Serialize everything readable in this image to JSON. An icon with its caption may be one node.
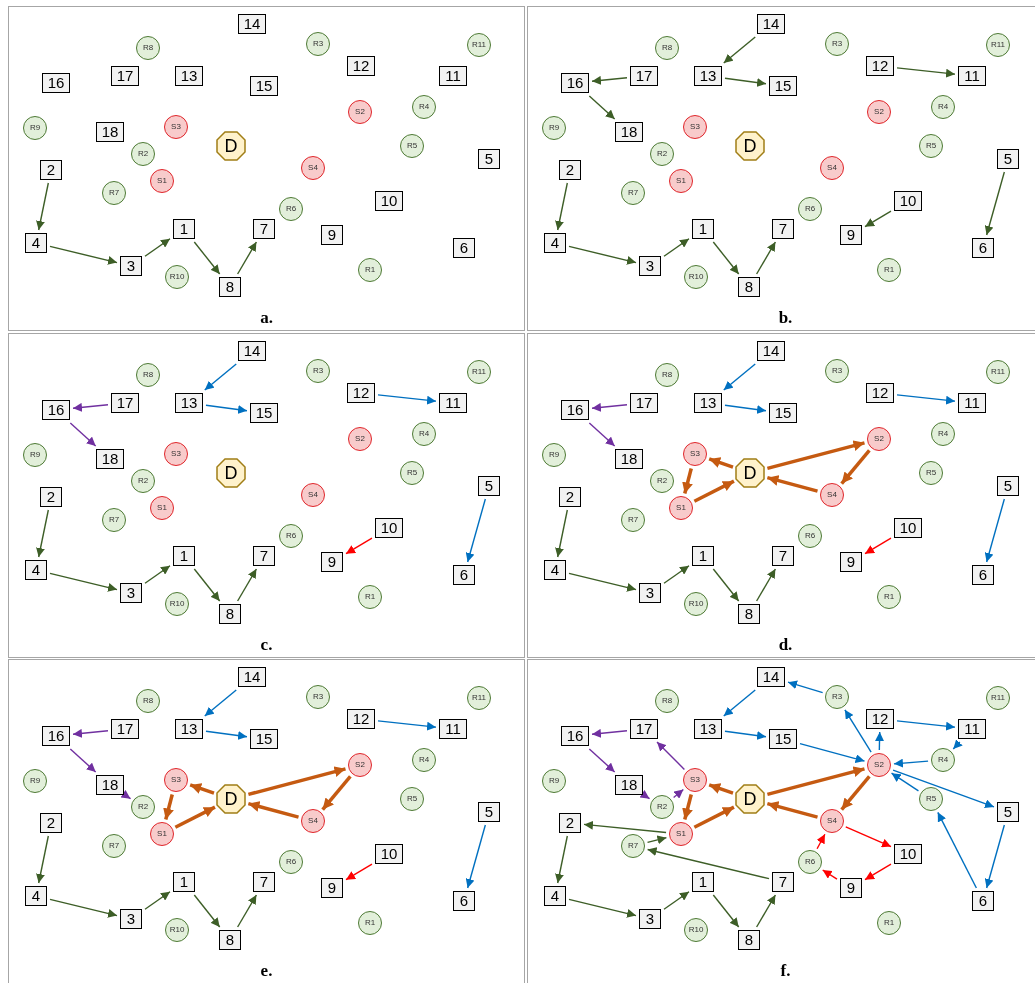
{
  "diagram": {
    "nodes": [
      {
        "text": [
          "a."
        ]
      },
      {
        "text": [
          "1"
        ],
        "in": 0
      },
      {
        "text": [
          "2"
        ],
        "in": 0
      },
      {
        "text": [
          "3"
        ],
        "in": 0
      },
      {
        "text": [
          "4"
        ],
        "in": 0
      },
      {
        "text": [
          "5"
        ],
        "in": 0
      },
      {
        "text": [
          "6"
        ],
        "in": 0
      },
      {
        "text": [
          "7"
        ],
        "in": 0
      },
      {
        "text": [
          "8"
        ],
        "in": 0
      },
      {
        "text": [
          "9"
        ],
        "in": 0
      },
      {
        "text": [
          "10"
        ],
        "in": 0
      },
      {
        "text": [
          "11"
        ],
        "in": 0
      },
      {
        "text": [
          "12"
        ],
        "in": 0
      },
      {
        "text": [
          "13"
        ],
        "in": 0
      },
      {
        "text": [
          "14"
        ],
        "in": 0
      },
      {
        "text": [
          "15"
        ],
        "in": 0
      },
      {
        "text": [
          "16"
        ],
        "in": 0
      },
      {
        "text": [
          "17"
        ],
        "in": 0
      },
      {
        "text": [
          "18"
        ],
        "in": 0
      },
      {
        "text": [
          "D"
        ],
        "in": 0
      },
      {
        "text": [
          "S1"
        ],
        "in": 0
      },
      {
        "text": [
          "S2"
        ],
        "in": 0
      },
      {
        "text": [
          "S3"
        ],
        "in": 0
      },
      {
        "text": [
          "S4"
        ],
        "in": 0
      },
      {
        "text": [
          "R1"
        ],
        "in": 0
      },
      {
        "text": [
          "R2"
        ],
        "in": 0
      },
      {
        "text": [
          "R3"
        ],
        "in": 0
      },
      {
        "text": [
          "R4"
        ],
        "in": 0
      },
      {
        "text": [
          "R5"
        ],
        "in": 0
      },
      {
        "text": [
          "R6"
        ],
        "in": 0
      },
      {
        "text": [
          "R7"
        ],
        "in": 0
      },
      {
        "text": [
          "R8"
        ],
        "in": 0
      },
      {
        "text": [
          "R9"
        ],
        "in": 0
      },
      {
        "text": [
          "R10"
        ],
        "in": 0
      },
      {
        "text": [
          "R11"
        ],
        "in": 0
      },
      {
        "text": [
          "b."
        ]
      },
      {
        "text": [
          "1"
        ],
        "in": 35
      },
      {
        "text": [
          "2"
        ],
        "in": 35
      },
      {
        "text": [
          "3"
        ],
        "in": 35
      },
      {
        "text": [
          "4"
        ],
        "in": 35
      },
      {
        "text": [
          "5"
        ],
        "in": 35
      },
      {
        "text": [
          "6"
        ],
        "in": 35
      },
      {
        "text": [
          "7"
        ],
        "in": 35
      },
      {
        "text": [
          "8"
        ],
        "in": 35
      },
      {
        "text": [
          "9"
        ],
        "in": 35
      },
      {
        "text": [
          "10"
        ],
        "in": 35
      },
      {
        "text": [
          "11"
        ],
        "in": 35
      },
      {
        "text": [
          "12"
        ],
        "in": 35
      },
      {
        "text": [
          "13"
        ],
        "in": 35
      },
      {
        "text": [
          "14"
        ],
        "in": 35
      },
      {
        "text": [
          "15"
        ],
        "in": 35
      },
      {
        "text": [
          "16"
        ],
        "in": 35
      },
      {
        "text": [
          "17"
        ],
        "in": 35
      },
      {
        "text": [
          "18"
        ],
        "in": 35
      },
      {
        "text": [
          "D"
        ],
        "in": 35
      },
      {
        "text": [
          "S1"
        ],
        "in": 35
      },
      {
        "text": [
          "S2"
        ],
        "in": 35
      },
      {
        "text": [
          "S3"
        ],
        "in": 35
      },
      {
        "text": [
          "S4"
        ],
        "in": 35
      },
      {
        "text": [
          "R1"
        ],
        "in": 35
      },
      {
        "text": [
          "R2"
        ],
        "in": 35
      },
      {
        "text": [
          "R3"
        ],
        "in": 35
      },
      {
        "text": [
          "R4"
        ],
        "in": 35
      },
      {
        "text": [
          "R5"
        ],
        "in": 35
      },
      {
        "text": [
          "R6"
        ],
        "in": 35
      },
      {
        "text": [
          "R7"
        ],
        "in": 35
      },
      {
        "text": [
          "R8"
        ],
        "in": 35
      },
      {
        "text": [
          "R9"
        ],
        "in": 35
      },
      {
        "text": [
          "R10"
        ],
        "in": 35
      },
      {
        "text": [
          "R11"
        ],
        "in": 35
      },
      {
        "text": [
          "c."
        ]
      },
      {
        "text": [
          "1"
        ],
        "in": 70
      },
      {
        "text": [
          "2"
        ],
        "in": 70
      },
      {
        "text": [
          "3"
        ],
        "in": 70
      },
      {
        "text": [
          "4"
        ],
        "in": 70
      },
      {
        "text": [
          "5"
        ],
        "in": 70
      },
      {
        "text": [
          "6"
        ],
        "in": 70
      },
      {
        "text": [
          "7"
        ],
        "in": 70
      },
      {
        "text": [
          "8"
        ],
        "in": 70
      },
      {
        "text": [
          "9"
        ],
        "in": 70
      },
      {
        "text": [
          "10"
        ],
        "in": 70
      },
      {
        "text": [
          "11"
        ],
        "in": 70
      },
      {
        "text": [
          "12"
        ],
        "in": 70
      },
      {
        "text": [
          "13"
        ],
        "in": 70
      },
      {
        "text": [
          "14"
        ],
        "in": 70
      },
      {
        "text": [
          "15"
        ],
        "in": 70
      },
      {
        "text": [
          "16"
        ],
        "in": 70
      },
      {
        "text": [
          "17"
        ],
        "in": 70
      },
      {
        "text": [
          "18"
        ],
        "in": 70
      },
      {
        "text": [
          "D"
        ],
        "in": 70
      },
      {
        "text": [
          "S1"
        ],
        "in": 70
      },
      {
        "text": [
          "S2"
        ],
        "in": 70
      },
      {
        "text": [
          "S3"
        ],
        "in": 70
      },
      {
        "text": [
          "S4"
        ],
        "in": 70
      },
      {
        "text": [
          "R1"
        ],
        "in": 70
      },
      {
        "text": [
          "R2"
        ],
        "in": 70
      },
      {
        "text": [
          "R3"
        ],
        "in": 70
      },
      {
        "text": [
          "R4"
        ],
        "in": 70
      },
      {
        "text": [
          "R5"
        ],
        "in": 70
      },
      {
        "text": [
          "R6"
        ],
        "in": 70
      },
      {
        "text": [
          "R7"
        ],
        "in": 70
      },
      {
        "text": [
          "R8"
        ],
        "in": 70
      },
      {
        "text": [
          "R9"
        ],
        "in": 70
      },
      {
        "text": [
          "R10"
        ],
        "in": 70
      },
      {
        "text": [
          "R11"
        ],
        "in": 70
      },
      {
        "text": [
          "d."
        ]
      },
      {
        "text": [
          "1"
        ],
        "in": 105
      },
      {
        "text": [
          "2"
        ],
        "in": 105
      },
      {
        "text": [
          "3"
        ],
        "in": 105
      },
      {
        "text": [
          "4"
        ],
        "in": 105
      },
      {
        "text": [
          "5"
        ],
        "in": 105
      },
      {
        "text": [
          "6"
        ],
        "in": 105
      },
      {
        "text": [
          "7"
        ],
        "in": 105
      },
      {
        "text": [
          "8"
        ],
        "in": 105
      },
      {
        "text": [
          "9"
        ],
        "in": 105
      },
      {
        "text": [
          "10"
        ],
        "in": 105
      },
      {
        "text": [
          "11"
        ],
        "in": 105
      },
      {
        "text": [
          "12"
        ],
        "in": 105
      },
      {
        "text": [
          "13"
        ],
        "in": 105
      },
      {
        "text": [
          "14"
        ],
        "in": 105
      },
      {
        "text": [
          "15"
        ],
        "in": 105
      },
      {
        "text": [
          "16"
        ],
        "in": 105
      },
      {
        "text": [
          "17"
        ],
        "in": 105
      },
      {
        "text": [
          "18"
        ],
        "in": 105
      },
      {
        "text": [
          "D"
        ],
        "in": 105
      },
      {
        "text": [
          "S1"
        ],
        "in": 105
      },
      {
        "text": [
          "S2"
        ],
        "in": 105
      },
      {
        "text": [
          "S3"
        ],
        "in": 105
      },
      {
        "text": [
          "S4"
        ],
        "in": 105
      },
      {
        "text": [
          "R1"
        ],
        "in": 105
      },
      {
        "text": [
          "R2"
        ],
        "in": 105
      },
      {
        "text": [
          "R3"
        ],
        "in": 105
      },
      {
        "text": [
          "R4"
        ],
        "in": 105
      },
      {
        "text": [
          "R5"
        ],
        "in": 105
      },
      {
        "text": [
          "R6"
        ],
        "in": 105
      },
      {
        "text": [
          "R7"
        ],
        "in": 105
      },
      {
        "text": [
          "R8"
        ],
        "in": 105
      },
      {
        "text": [
          "R9"
        ],
        "in": 105
      },
      {
        "text": [
          "R10"
        ],
        "in": 105
      },
      {
        "text": [
          "R11"
        ],
        "in": 105
      },
      {
        "text": [
          "e."
        ]
      },
      {
        "text": [
          "1"
        ],
        "in": 140
      },
      {
        "text": [
          "2"
        ],
        "in": 140
      },
      {
        "text": [
          "3"
        ],
        "in": 140
      },
      {
        "text": [
          "4"
        ],
        "in": 140
      },
      {
        "text": [
          "5"
        ],
        "in": 140
      },
      {
        "text": [
          "6"
        ],
        "in": 140
      },
      {
        "text": [
          "7"
        ],
        "in": 140
      },
      {
        "text": [
          "8"
        ],
        "in": 140
      },
      {
        "text": [
          "9"
        ],
        "in": 140
      },
      {
        "text": [
          "10"
        ],
        "in": 140
      },
      {
        "text": [
          "11"
        ],
        "in": 140
      },
      {
        "text": [
          "12"
        ],
        "in": 140
      },
      {
        "text": [
          "13"
        ],
        "in": 140
      },
      {
        "text": [
          "14"
        ],
        "in": 140
      },
      {
        "text": [
          "15"
        ],
        "in": 140
      },
      {
        "text": [
          "16"
        ],
        "in": 140
      },
      {
        "text": [
          "17"
        ],
        "in": 140
      },
      {
        "text": [
          "18"
        ],
        "in": 140
      },
      {
        "text": [
          "D"
        ],
        "in": 140
      },
      {
        "text": [
          "S1"
        ],
        "in": 140
      },
      {
        "text": [
          "S2"
        ],
        "in": 140
      },
      {
        "text": [
          "S3"
        ],
        "in": 140
      },
      {
        "text": [
          "S4"
        ],
        "in": 140
      },
      {
        "text": [
          "R1"
        ],
        "in": 140
      },
      {
        "text": [
          "R2"
        ],
        "in": 140
      },
      {
        "text": [
          "R3"
        ],
        "in": 140
      },
      {
        "text": [
          "R4"
        ],
        "in": 140
      },
      {
        "text": [
          "R5"
        ],
        "in": 140
      },
      {
        "text": [
          "R6"
        ],
        "in": 140
      },
      {
        "text": [
          "R7"
        ],
        "in": 140
      },
      {
        "text": [
          "R8"
        ],
        "in": 140
      },
      {
        "text": [
          "R9"
        ],
        "in": 140
      },
      {
        "text": [
          "R10"
        ],
        "in": 140
      },
      {
        "text": [
          "R11"
        ],
        "in": 140
      },
      {
        "text": [
          "f."
        ]
      },
      {
        "text": [
          "1"
        ],
        "in": 175
      },
      {
        "text": [
          "2"
        ],
        "in": 175
      },
      {
        "text": [
          "3"
        ],
        "in": 175
      },
      {
        "text": [
          "4"
        ],
        "in": 175
      },
      {
        "text": [
          "5"
        ],
        "in": 175
      },
      {
        "text": [
          "6"
        ],
        "in": 175
      },
      {
        "text": [
          "7"
        ],
        "in": 175
      },
      {
        "text": [
          "8"
        ],
        "in": 175
      },
      {
        "text": [
          "9"
        ],
        "in": 175
      },
      {
        "text": [
          "10"
        ],
        "in": 175
      },
      {
        "text": [
          "11"
        ],
        "in": 175
      },
      {
        "text": [
          "12"
        ],
        "in": 175
      },
      {
        "text": [
          "13"
        ],
        "in": 175
      },
      {
        "text": [
          "14"
        ],
        "in": 175
      },
      {
        "text": [
          "15"
        ],
        "in": 175
      },
      {
        "text": [
          "16"
        ],
        "in": 175
      },
      {
        "text": [
          "17"
        ],
        "in": 175
      },
      {
        "text": [
          "18"
        ],
        "in": 175
      },
      {
        "text": [
          "D"
        ],
        "in": 175
      },
      {
        "text": [
          "S1"
        ],
        "in": 175
      },
      {
        "text": [
          "S2"
        ],
        "in": 175
      },
      {
        "text": [
          "S3"
        ],
        "in": 175
      },
      {
        "text": [
          "S4"
        ],
        "in": 175
      },
      {
        "text": [
          "R1"
        ],
        "in": 175
      },
      {
        "text": [
          "R2"
        ],
        "in": 175
      },
      {
        "text": [
          "R3"
        ],
        "in": 175
      },
      {
        "text": [
          "R4"
        ],
        "in": 175
      },
      {
        "text": [
          "R5"
        ],
        "in": 175
      },
      {
        "text": [
          "R6"
        ],
        "in": 175
      },
      {
        "text": [
          "R7"
        ],
        "in": 175
      },
      {
        "text": [
          "R8"
        ],
        "in": 175
      },
      {
        "text": [
          "R9"
        ],
        "in": 175
      },
      {
        "text": [
          "R10"
        ],
        "in": 175
      },
      {
        "text": [
          "R11"
        ],
        "in": 175
      }
    ],
    "edges": [
      {
        "from": 2,
        "to": 4,
        "arrow": "to"
      },
      {
        "from": 4,
        "to": 3,
        "arrow": "to"
      },
      {
        "from": 3,
        "to": 1,
        "arrow": "to"
      },
      {
        "from": 1,
        "to": 8,
        "arrow": "to"
      },
      {
        "from": 8,
        "to": 7,
        "arrow": "to"
      },
      {
        "from": 37,
        "to": 39,
        "arrow": "to"
      },
      {
        "from": 39,
        "to": 38,
        "arrow": "to"
      },
      {
        "from": 38,
        "to": 36,
        "arrow": "to"
      },
      {
        "from": 36,
        "to": 43,
        "arrow": "to"
      },
      {
        "from": 43,
        "to": 42,
        "arrow": "to"
      },
      {
        "from": 49,
        "to": 48,
        "arrow": "to"
      },
      {
        "from": 48,
        "to": 50,
        "arrow": "to"
      },
      {
        "from": 52,
        "to": 51,
        "arrow": "to"
      },
      {
        "from": 51,
        "to": 53,
        "arrow": "to"
      },
      {
        "from": 47,
        "to": 46,
        "arrow": "to"
      },
      {
        "from": 45,
        "to": 44,
        "arrow": "to"
      },
      {
        "from": 40,
        "to": 41,
        "arrow": "to"
      },
      {
        "from": 72,
        "to": 74,
        "arrow": "to"
      },
      {
        "from": 74,
        "to": 73,
        "arrow": "to"
      },
      {
        "from": 73,
        "to": 71,
        "arrow": "to"
      },
      {
        "from": 71,
        "to": 78,
        "arrow": "to"
      },
      {
        "from": 78,
        "to": 77,
        "arrow": "to"
      },
      {
        "from": 84,
        "to": 83,
        "arrow": "to",
        "color": "#0070c0"
      },
      {
        "from": 83,
        "to": 85,
        "arrow": "to",
        "color": "#0070c0"
      },
      {
        "from": 87,
        "to": 86,
        "arrow": "to",
        "color": "#7030a0"
      },
      {
        "from": 86,
        "to": 88,
        "arrow": "to",
        "color": "#7030a0"
      },
      {
        "from": 82,
        "to": 81,
        "arrow": "to",
        "color": "#0070c0"
      },
      {
        "from": 80,
        "to": 79,
        "arrow": "to",
        "color": "#ff0000"
      },
      {
        "from": 75,
        "to": 76,
        "arrow": "to",
        "color": "#0070c0"
      },
      {
        "from": 107,
        "to": 109,
        "arrow": "to"
      },
      {
        "from": 109,
        "to": 108,
        "arrow": "to"
      },
      {
        "from": 108,
        "to": 106,
        "arrow": "to"
      },
      {
        "from": 106,
        "to": 113,
        "arrow": "to"
      },
      {
        "from": 113,
        "to": 112,
        "arrow": "to"
      },
      {
        "from": 119,
        "to": 118,
        "arrow": "to",
        "color": "#0070c0"
      },
      {
        "from": 118,
        "to": 120,
        "arrow": "to",
        "color": "#0070c0"
      },
      {
        "from": 122,
        "to": 121,
        "arrow": "to",
        "color": "#7030a0"
      },
      {
        "from": 121,
        "to": 123,
        "arrow": "to",
        "color": "#7030a0"
      },
      {
        "from": 117,
        "to": 116,
        "arrow": "to",
        "color": "#0070c0"
      },
      {
        "from": 115,
        "to": 114,
        "arrow": "to",
        "color": "#ff0000"
      },
      {
        "from": 110,
        "to": 111,
        "arrow": "to",
        "color": "#0070c0"
      },
      {
        "from": 124,
        "to": 127,
        "arrow": "to",
        "style": "thick",
        "color": "#c55a11"
      },
      {
        "from": 127,
        "to": 125,
        "arrow": "to",
        "style": "thick",
        "color": "#c55a11"
      },
      {
        "from": 125,
        "to": 124,
        "arrow": "to",
        "style": "thick",
        "color": "#c55a11"
      },
      {
        "from": 124,
        "to": 126,
        "arrow": "to",
        "style": "thick",
        "color": "#c55a11"
      },
      {
        "from": 126,
        "to": 128,
        "arrow": "to",
        "style": "thick",
        "color": "#c55a11"
      },
      {
        "from": 128,
        "to": 124,
        "arrow": "to",
        "style": "thick",
        "color": "#c55a11"
      },
      {
        "from": 142,
        "to": 144,
        "arrow": "to"
      },
      {
        "from": 144,
        "to": 143,
        "arrow": "to"
      },
      {
        "from": 143,
        "to": 141,
        "arrow": "to"
      },
      {
        "from": 141,
        "to": 148,
        "arrow": "to"
      },
      {
        "from": 148,
        "to": 147,
        "arrow": "to"
      },
      {
        "from": 154,
        "to": 153,
        "arrow": "to",
        "color": "#0070c0"
      },
      {
        "from": 153,
        "to": 155,
        "arrow": "to",
        "color": "#0070c0"
      },
      {
        "from": 157,
        "to": 156,
        "arrow": "to",
        "color": "#7030a0"
      },
      {
        "from": 156,
        "to": 158,
        "arrow": "to",
        "color": "#7030a0"
      },
      {
        "from": 152,
        "to": 151,
        "arrow": "to",
        "color": "#0070c0"
      },
      {
        "from": 150,
        "to": 149,
        "arrow": "to",
        "color": "#ff0000"
      },
      {
        "from": 145,
        "to": 146,
        "arrow": "to",
        "color": "#0070c0"
      },
      {
        "from": 159,
        "to": 162,
        "arrow": "to",
        "style": "thick",
        "color": "#c55a11"
      },
      {
        "from": 162,
        "to": 160,
        "arrow": "to",
        "style": "thick",
        "color": "#c55a11"
      },
      {
        "from": 160,
        "to": 159,
        "arrow": "to",
        "style": "thick",
        "color": "#c55a11"
      },
      {
        "from": 159,
        "to": 161,
        "arrow": "to",
        "style": "thick",
        "color": "#c55a11"
      },
      {
        "from": 161,
        "to": 163,
        "arrow": "to",
        "style": "thick",
        "color": "#c55a11"
      },
      {
        "from": 163,
        "to": 159,
        "arrow": "to",
        "style": "thick",
        "color": "#c55a11"
      },
      {
        "from": 158,
        "to": 165,
        "arrow": "to",
        "color": "#7030a0"
      },
      {
        "from": 177,
        "to": 179,
        "arrow": "to"
      },
      {
        "from": 179,
        "to": 178,
        "arrow": "to"
      },
      {
        "from": 178,
        "to": 176,
        "arrow": "to"
      },
      {
        "from": 176,
        "to": 183,
        "arrow": "to"
      },
      {
        "from": 183,
        "to": 182,
        "arrow": "to"
      },
      {
        "from": 189,
        "to": 188,
        "arrow": "to",
        "color": "#0070c0"
      },
      {
        "from": 188,
        "to": 190,
        "arrow": "to",
        "color": "#0070c0"
      },
      {
        "from": 192,
        "to": 191,
        "arrow": "to",
        "color": "#7030a0"
      },
      {
        "from": 191,
        "to": 193,
        "arrow": "to",
        "color": "#7030a0"
      },
      {
        "from": 193,
        "to": 200,
        "arrow": "to",
        "color": "#7030a0"
      },
      {
        "from": 200,
        "to": 197,
        "arrow": "to",
        "color": "#7030a0"
      },
      {
        "from": 197,
        "to": 192,
        "arrow": "to",
        "color": "#7030a0"
      },
      {
        "from": 194,
        "to": 197,
        "arrow": "to",
        "style": "thick",
        "color": "#c55a11"
      },
      {
        "from": 197,
        "to": 195,
        "arrow": "to",
        "style": "thick",
        "color": "#c55a11"
      },
      {
        "from": 195,
        "to": 194,
        "arrow": "to",
        "style": "thick",
        "color": "#c55a11"
      },
      {
        "from": 194,
        "to": 196,
        "arrow": "to",
        "style": "thick",
        "color": "#c55a11"
      },
      {
        "from": 196,
        "to": 198,
        "arrow": "to",
        "style": "thick",
        "color": "#c55a11"
      },
      {
        "from": 198,
        "to": 194,
        "arrow": "to",
        "style": "thick",
        "color": "#c55a11"
      },
      {
        "from": 190,
        "to": 196,
        "arrow": "to",
        "color": "#0070c0"
      },
      {
        "from": 196,
        "to": 201,
        "arrow": "to",
        "color": "#0070c0"
      },
      {
        "from": 201,
        "to": 189,
        "arrow": "to",
        "color": "#0070c0"
      },
      {
        "from": 196,
        "to": 187,
        "arrow": "to",
        "color": "#0070c0"
      },
      {
        "from": 187,
        "to": 186,
        "arrow": "to",
        "color": "#0070c0"
      },
      {
        "from": 186,
        "to": 202,
        "arrow": "to",
        "color": "#0070c0"
      },
      {
        "from": 202,
        "to": 196,
        "arrow": "to",
        "color": "#0070c0"
      },
      {
        "from": 196,
        "to": 180,
        "arrow": "to",
        "color": "#0070c0"
      },
      {
        "from": 180,
        "to": 181,
        "arrow": "to",
        "color": "#0070c0"
      },
      {
        "from": 181,
        "to": 203,
        "arrow": "to",
        "color": "#0070c0"
      },
      {
        "from": 203,
        "to": 196,
        "arrow": "to",
        "color": "#0070c0"
      },
      {
        "from": 195,
        "to": 177,
        "arrow": "to"
      },
      {
        "from": 205,
        "to": 195,
        "arrow": "to"
      },
      {
        "from": 182,
        "to": 205,
        "arrow": "to"
      },
      {
        "from": 198,
        "to": 185,
        "arrow": "to",
        "color": "#ff0000"
      },
      {
        "from": 185,
        "to": 184,
        "arrow": "to",
        "color": "#ff0000"
      },
      {
        "from": 184,
        "to": 204,
        "arrow": "to",
        "color": "#ff0000"
      },
      {
        "from": 204,
        "to": 198,
        "arrow": "to",
        "color": "#ff0000"
      }
    ]
  }
}
